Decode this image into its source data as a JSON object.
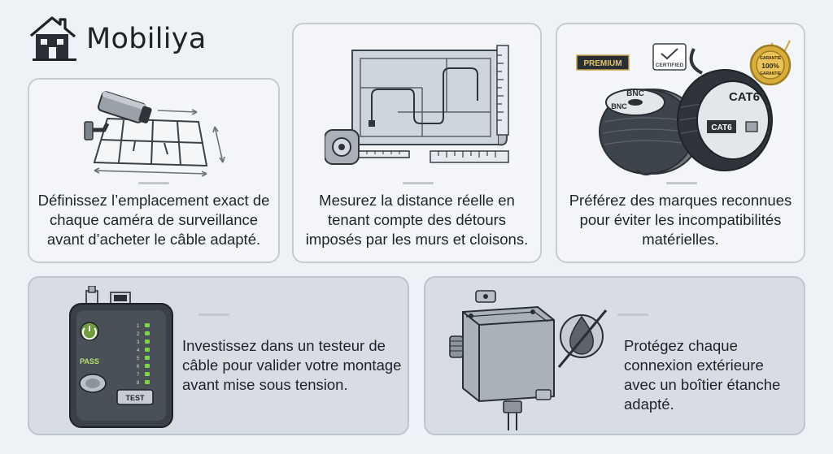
{
  "brand": {
    "name": "Mobiliya",
    "logo_icon": "house-building-icon"
  },
  "cards": [
    {
      "text": "Définissez l’emplacement exact de chaque caméra de surveillance avant d’acheter le câble adapté.",
      "icon": "camera-floorplan-icon"
    },
    {
      "text": "Mesurez la distance réelle en tenant compte des détours imposés par les murs et cloisons.",
      "icon": "blueprint-tape-measure-icon"
    },
    {
      "text": "Préférez des marques reconnues pour éviter les incompatibilités matérielles.",
      "icon": "cable-reels-icon",
      "labels": {
        "premium": "PREMIUM",
        "certified": "CERTIFIED",
        "bnc": "BNC",
        "cat6": "CAT6",
        "guarantee": "GARANTIE",
        "pct": "100%"
      }
    },
    {
      "text": "Investissez dans un testeur de câble pour valider votre montage avant mise sous tension.",
      "icon": "cable-tester-icon",
      "labels": {
        "pass": "PASS",
        "test": "TEST",
        "leds": [
          "1",
          "2",
          "3",
          "4",
          "5",
          "6",
          "7",
          "8"
        ]
      }
    },
    {
      "text": "Protégez chaque connexion extérieure avec un boîtier étanche adapté.",
      "icon": "junction-box-icon"
    }
  ]
}
